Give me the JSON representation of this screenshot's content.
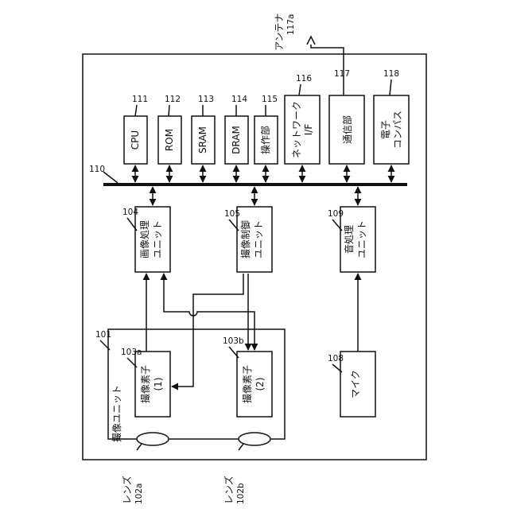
{
  "antenna": {
    "label": "アンテナ",
    "ref": "117a"
  },
  "bus_ref": "110",
  "units": {
    "cpu": {
      "label": "CPU",
      "ref": "111"
    },
    "rom": {
      "label": "ROM",
      "ref": "112"
    },
    "sram": {
      "label": "SRAM",
      "ref": "113"
    },
    "dram": {
      "label": "DRAM",
      "ref": "114"
    },
    "ops": {
      "label": "操作部",
      "ref": "115"
    },
    "net": {
      "label_1": "ネットワーク",
      "label_2": "I/F",
      "ref": "116"
    },
    "comm": {
      "label": "通信部",
      "ref": "117"
    },
    "compass": {
      "label_1": "電子",
      "label_2": "コンパス",
      "ref": "118"
    },
    "image_proc": {
      "label_1": "画像処理",
      "label_2": "ユニット",
      "ref": "104"
    },
    "imaging_ctrl": {
      "label_1": "撮像制御",
      "label_2": "ユニット",
      "ref": "105"
    },
    "sound_proc": {
      "label_1": "音処理",
      "label_2": "ユニット",
      "ref": "109"
    },
    "sensor_1": {
      "label_1": "撮像素子",
      "label_2": "(1)",
      "ref": "103a"
    },
    "sensor_2": {
      "label_1": "撮像素子",
      "label_2": "(2)",
      "ref": "103b"
    },
    "mic": {
      "label": "マイク",
      "ref": "108"
    },
    "imaging_unit": {
      "label": "撮像ユニット",
      "ref": "101"
    }
  },
  "lenses": [
    {
      "label": "レンズ",
      "ref": "102a"
    },
    {
      "label": "レンズ",
      "ref": "102b"
    }
  ]
}
